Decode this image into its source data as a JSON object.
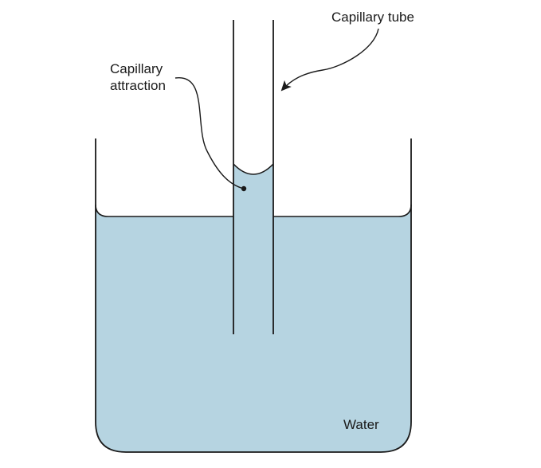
{
  "labels": {
    "capillary_tube": "Capillary tube",
    "capillary_attraction_line1": "Capillary",
    "capillary_attraction_line2": "attraction",
    "water": "Water"
  },
  "colors": {
    "water_fill": "#b6d4e1",
    "outline": "#1a1a1a",
    "background": "#ffffff"
  }
}
